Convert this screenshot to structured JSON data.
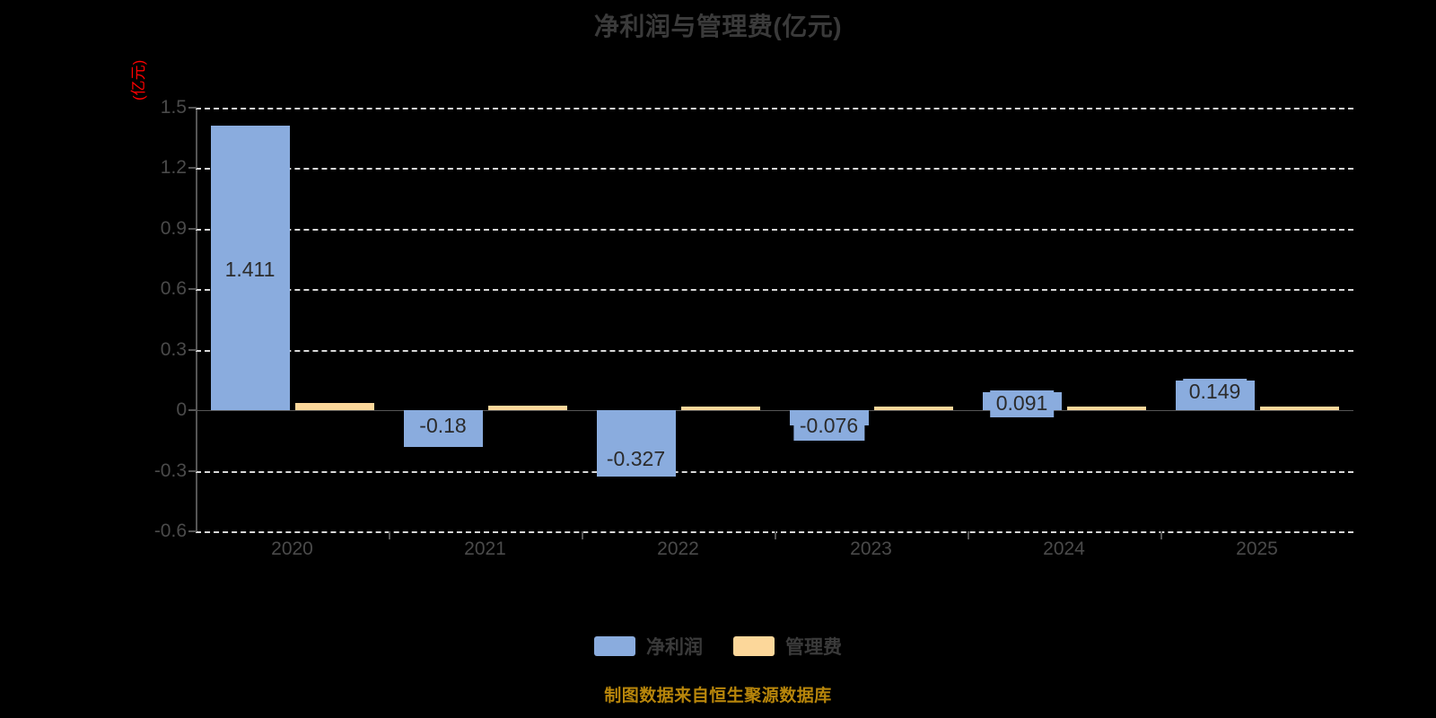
{
  "chart_data": {
    "type": "bar",
    "title": "净利润与管理费(亿元)",
    "xlabel": "",
    "ylabel": "(亿元)",
    "categories": [
      "2020",
      "2021",
      "2022",
      "2023",
      "2024",
      "2025"
    ],
    "ylim": [
      -0.6,
      1.5
    ],
    "yticks": [
      "1.5",
      "1.2",
      "0.9",
      "0.6",
      "0.3",
      "0",
      "-0.3",
      "-0.6"
    ],
    "ytick_values": [
      1.5,
      1.2,
      0.9,
      0.6,
      0.3,
      0,
      -0.3,
      -0.6
    ],
    "grid": true,
    "legend_position": "bottom",
    "series": [
      {
        "name": "净利润",
        "color": "#8aacde",
        "values": [
          1.411,
          -0.18,
          -0.327,
          -0.076,
          0.091,
          0.149
        ],
        "labels": [
          "1.411",
          "-0.18",
          "-0.327",
          "-0.076",
          "0.091",
          "0.149"
        ]
      },
      {
        "name": "管理费",
        "color": "#fcd79a",
        "values": [
          0.037,
          0.022,
          0.016,
          0.015,
          0.014,
          0.012
        ],
        "labels": [
          "",
          "",
          "",
          "",
          "",
          ""
        ]
      }
    ],
    "footnote": "制图数据来自恒生聚源数据库"
  },
  "colors": {
    "background": "#000000",
    "net_profit": "#8aacde",
    "admin_fee": "#fcd79a",
    "title": "#3a3a3a",
    "axis_text": "#4a4a4a",
    "y_axis_title": "#ff0000",
    "footnote": "#b8860b",
    "gridline": "#d8d8d8"
  }
}
